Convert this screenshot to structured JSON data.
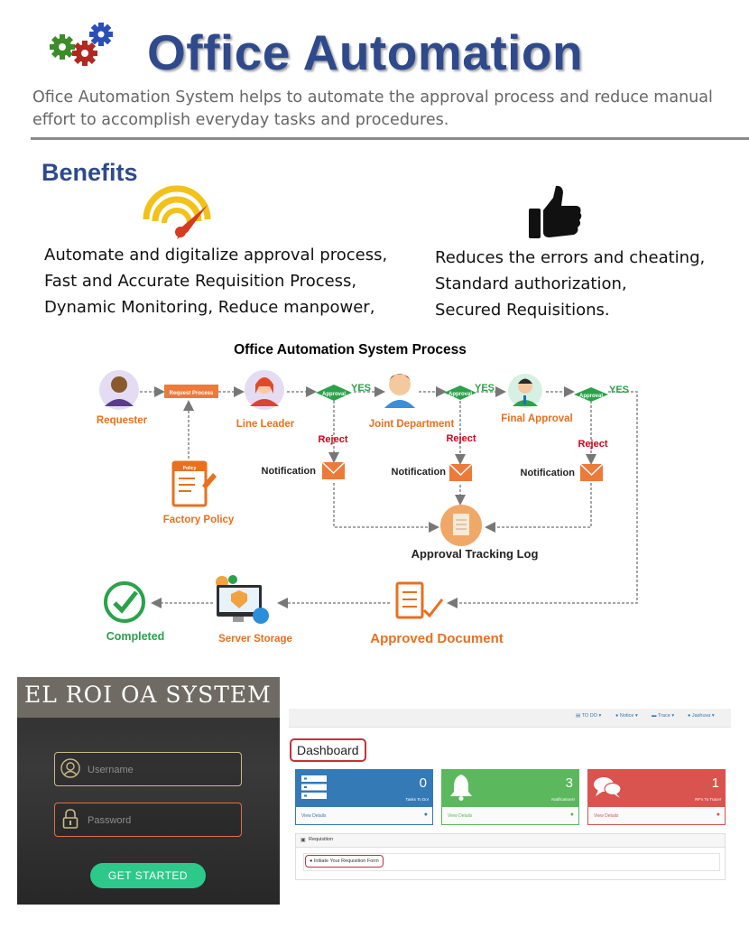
{
  "header": {
    "title": "Office Automation",
    "subtitle": "Ofice Automation System helps to automate the approval process and reduce manual effort to accomplish everyday tasks and procedures."
  },
  "benefits": {
    "heading": "Benefits",
    "left_lines": [
      "Automate and digitalize approval process,",
      "Fast and Accurate Requisition Process,",
      "Dynamic Monitoring, Reduce manpower,"
    ],
    "right_lines": [
      "Reduces the errors and cheating,",
      "Standard authorization,",
      "Secured Requisitions."
    ]
  },
  "process": {
    "title": "Office Automation System Process",
    "requester": "Requester",
    "request_process": "Request Process",
    "line_leader": "Line Leader",
    "approval": "Approval",
    "yes": "YES",
    "reject": "Reject",
    "notification": "Notification",
    "joint_department": "Joint Department",
    "final_approval": "Final Approval",
    "policy": "Policy",
    "factory_policy": "Factory Policy",
    "approval_tracking_log": "Approval Tracking Log",
    "completed": "Completed",
    "server_storage": "Server Storage",
    "approved_document": "Approved Document"
  },
  "login": {
    "title": "EL ROI OA SYSTEM",
    "username_placeholder": "Username",
    "password_placeholder": "Password",
    "button": "GET STARTED"
  },
  "dashboard": {
    "nav": [
      "TO DO",
      "Notice",
      "Trace",
      "Jashuva"
    ],
    "title": "Dashboard",
    "cards": [
      {
        "count": "0",
        "label": "Tasks To Do!",
        "link": "View Details",
        "color": "#337ab7"
      },
      {
        "count": "3",
        "label": "Notifications!",
        "link": "View Details",
        "color": "#5cb85c"
      },
      {
        "count": "1",
        "label": "RF's To Trace!",
        "link": "View Details",
        "color": "#d9534f"
      }
    ],
    "requisition_heading": "Requisition",
    "requisition_button": "Initiate Your Requisition Form"
  },
  "colors": {
    "accent": "#2e4a8c",
    "orange": "#e8701f",
    "green": "#2aa24a",
    "red": "#d0021b"
  },
  "icons": [
    "gears-icon",
    "speedometer-icon",
    "thumbs-up-icon",
    "user-icon",
    "lock-icon"
  ]
}
